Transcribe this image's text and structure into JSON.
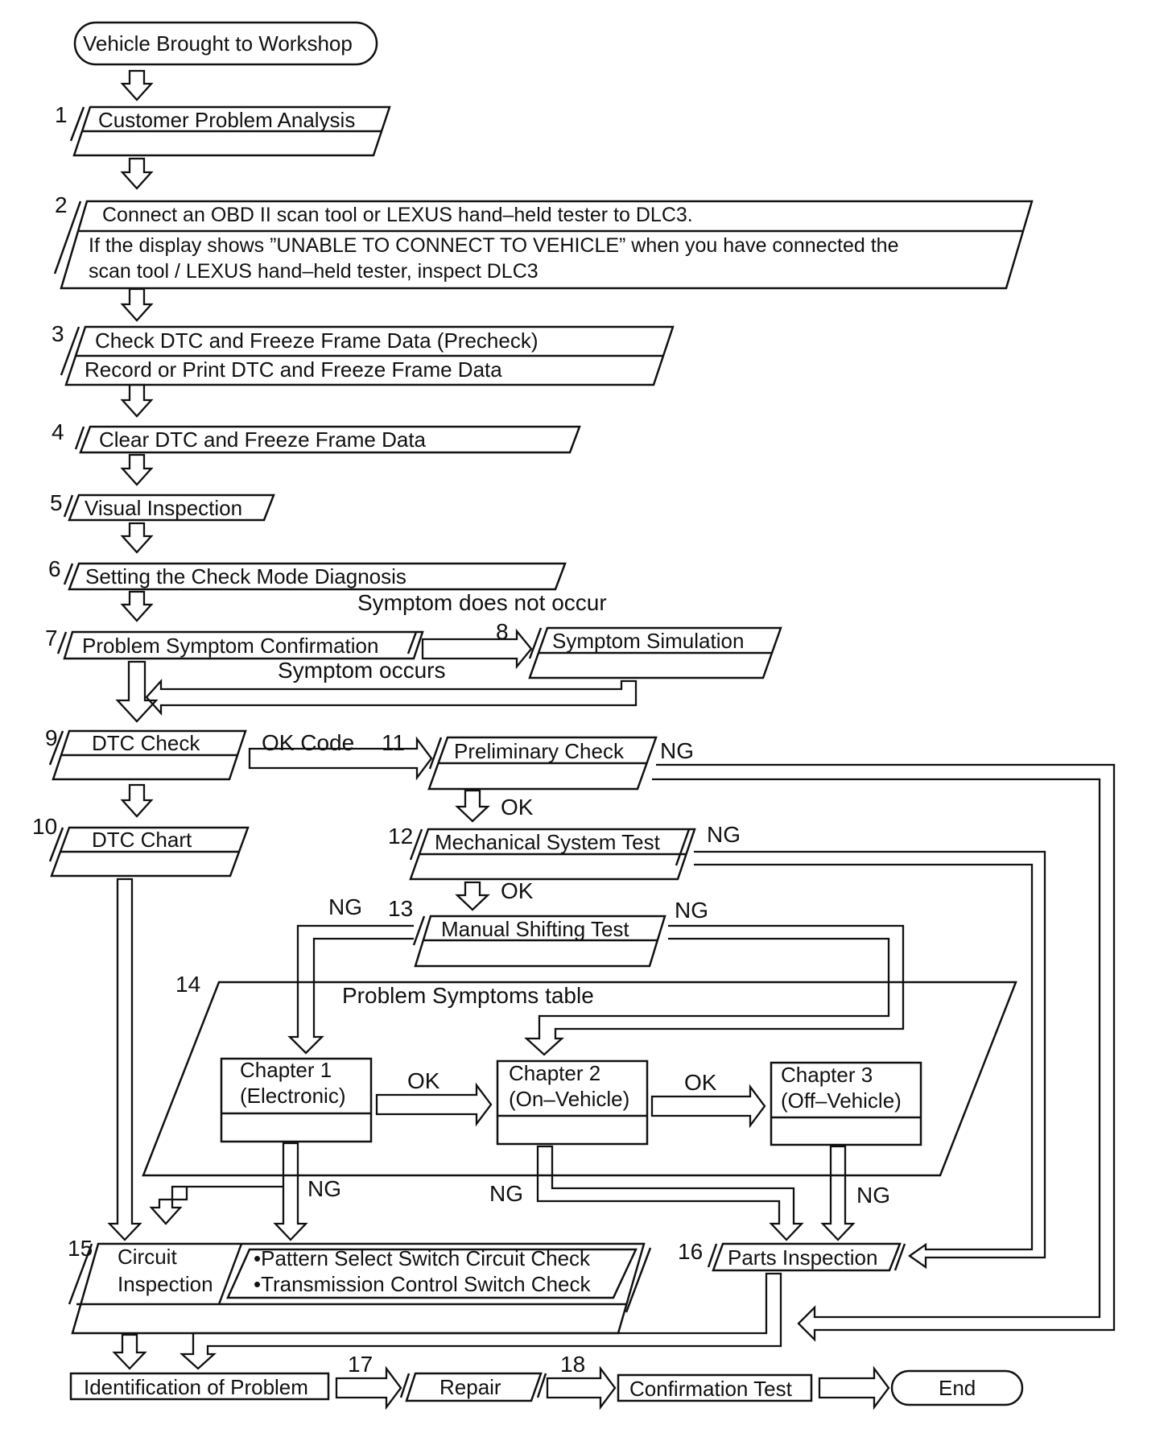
{
  "start": "Vehicle Brought to Workshop",
  "steps": {
    "s1": {
      "num": "1",
      "text": "Customer Problem Analysis"
    },
    "s2": {
      "num": "2",
      "line1": "Connect an OBD II scan tool or LEXUS hand–held tester to DLC3.",
      "line2": "If the display shows ”UNABLE TO CONNECT TO VEHICLE” when you have connected the",
      "line3": "scan tool / LEXUS hand–held tester, inspect DLC3"
    },
    "s3": {
      "num": "3",
      "line1": "Check DTC and Freeze Frame Data (Precheck)",
      "line2": "Record or Print DTC and Freeze Frame Data"
    },
    "s4": {
      "num": "4",
      "text": "Clear DTC and Freeze Frame Data"
    },
    "s5": {
      "num": "5",
      "text": "Visual Inspection"
    },
    "s6": {
      "num": "6",
      "text": "Setting the Check Mode Diagnosis"
    },
    "s7": {
      "num": "7",
      "text": "Problem Symptom Confirmation"
    },
    "s8": {
      "num": "8",
      "text": "Symptom Simulation"
    },
    "s9": {
      "num": "9",
      "text": "DTC Check"
    },
    "s10": {
      "num": "10",
      "text": "DTC Chart"
    },
    "s11": {
      "num": "11",
      "text": "Preliminary Check"
    },
    "s12": {
      "num": "12",
      "text": "Mechanical System Test"
    },
    "s13": {
      "num": "13",
      "text": "Manual Shifting Test"
    },
    "s14": {
      "num": "14",
      "text": "Problem Symptoms table"
    },
    "s15": {
      "num": "15",
      "line1": "Circuit",
      "line2": "Inspection",
      "sub1": "•Pattern Select Switch Circuit Check",
      "sub2": "•Transmission Control Switch Check"
    },
    "s16": {
      "num": "16",
      "text": "Parts Inspection"
    },
    "s17": {
      "num": "17",
      "text": "Repair"
    },
    "s18": {
      "num": "18",
      "text": "Confirmation Test"
    }
  },
  "chapters": {
    "ch1": {
      "line1": "Chapter 1",
      "line2": "(Electronic)"
    },
    "ch2": {
      "line1": "Chapter 2",
      "line2": "(On–Vehicle)"
    },
    "ch3": {
      "line1": "Chapter 3",
      "line2": "(Off–Vehicle)"
    }
  },
  "identification": "Identification of Problem",
  "end": "End",
  "labels": {
    "symptom_not_occur": "Symptom does not occur",
    "symptom_occurs": "Symptom occurs",
    "ok_code": "OK Code",
    "ok": "OK",
    "ng": "NG"
  }
}
